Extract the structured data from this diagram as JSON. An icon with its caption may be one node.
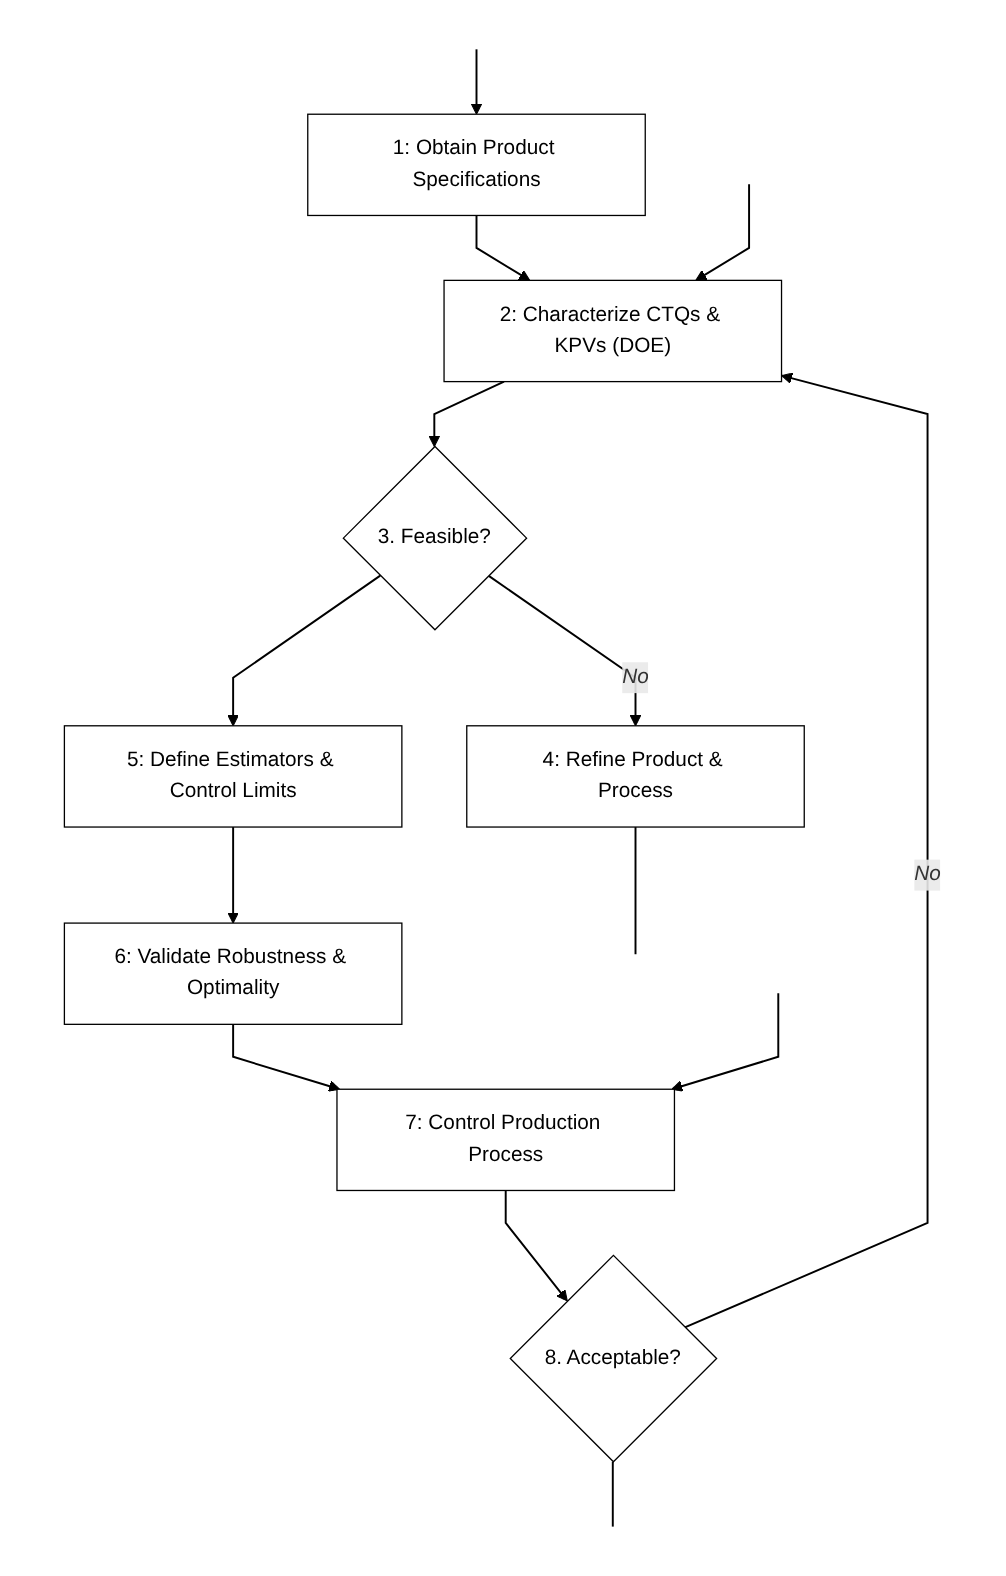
{
  "diagram": {
    "nodes": [
      {
        "text": [
          "1: Obtain Product Specifications"
        ]
      },
      {
        "text": [
          "2: Characterize CTQs & KPVs (DOE)"
        ]
      },
      {
        "text": [
          "3. Feasible?"
        ]
      },
      {
        "text": [
          "4: Refine Product & Process"
        ]
      },
      {
        "text": [
          "5: Define Estimators & Control Limits"
        ]
      },
      {
        "text": [
          "6: Validate Robustness & Optimality"
        ]
      },
      {
        "text": [
          "7: Control Production Process"
        ]
      },
      {
        "text": [
          "8. Acceptable?"
        ]
      }
    ],
    "edges": [
      {
        "from": 0,
        "to": 1,
        "arrow": "to"
      },
      {
        "from": null,
        "to": 0,
        "arrow": "to"
      },
      {
        "from": null,
        "to": 1,
        "arrow": "to"
      },
      {
        "from": 1,
        "to": 2,
        "arrow": "to"
      },
      {
        "from": 2,
        "to": 3,
        "label": "No",
        "arrow": "to"
      },
      {
        "from": 3,
        "to": null,
        "arrow": "none"
      },
      {
        "from": 2,
        "to": 4,
        "arrow": "to"
      },
      {
        "from": 4,
        "to": 5,
        "arrow": "to"
      },
      {
        "from": 5,
        "to": 6,
        "arrow": "to"
      },
      {
        "from": 6,
        "to": 7,
        "arrow": "to"
      },
      {
        "from": 7,
        "to": 1,
        "label": "No",
        "arrow": "to"
      },
      {
        "from": 7,
        "to": null,
        "arrow": "none"
      },
      {
        "from": null,
        "to": 6,
        "arrow": "to"
      }
    ]
  }
}
